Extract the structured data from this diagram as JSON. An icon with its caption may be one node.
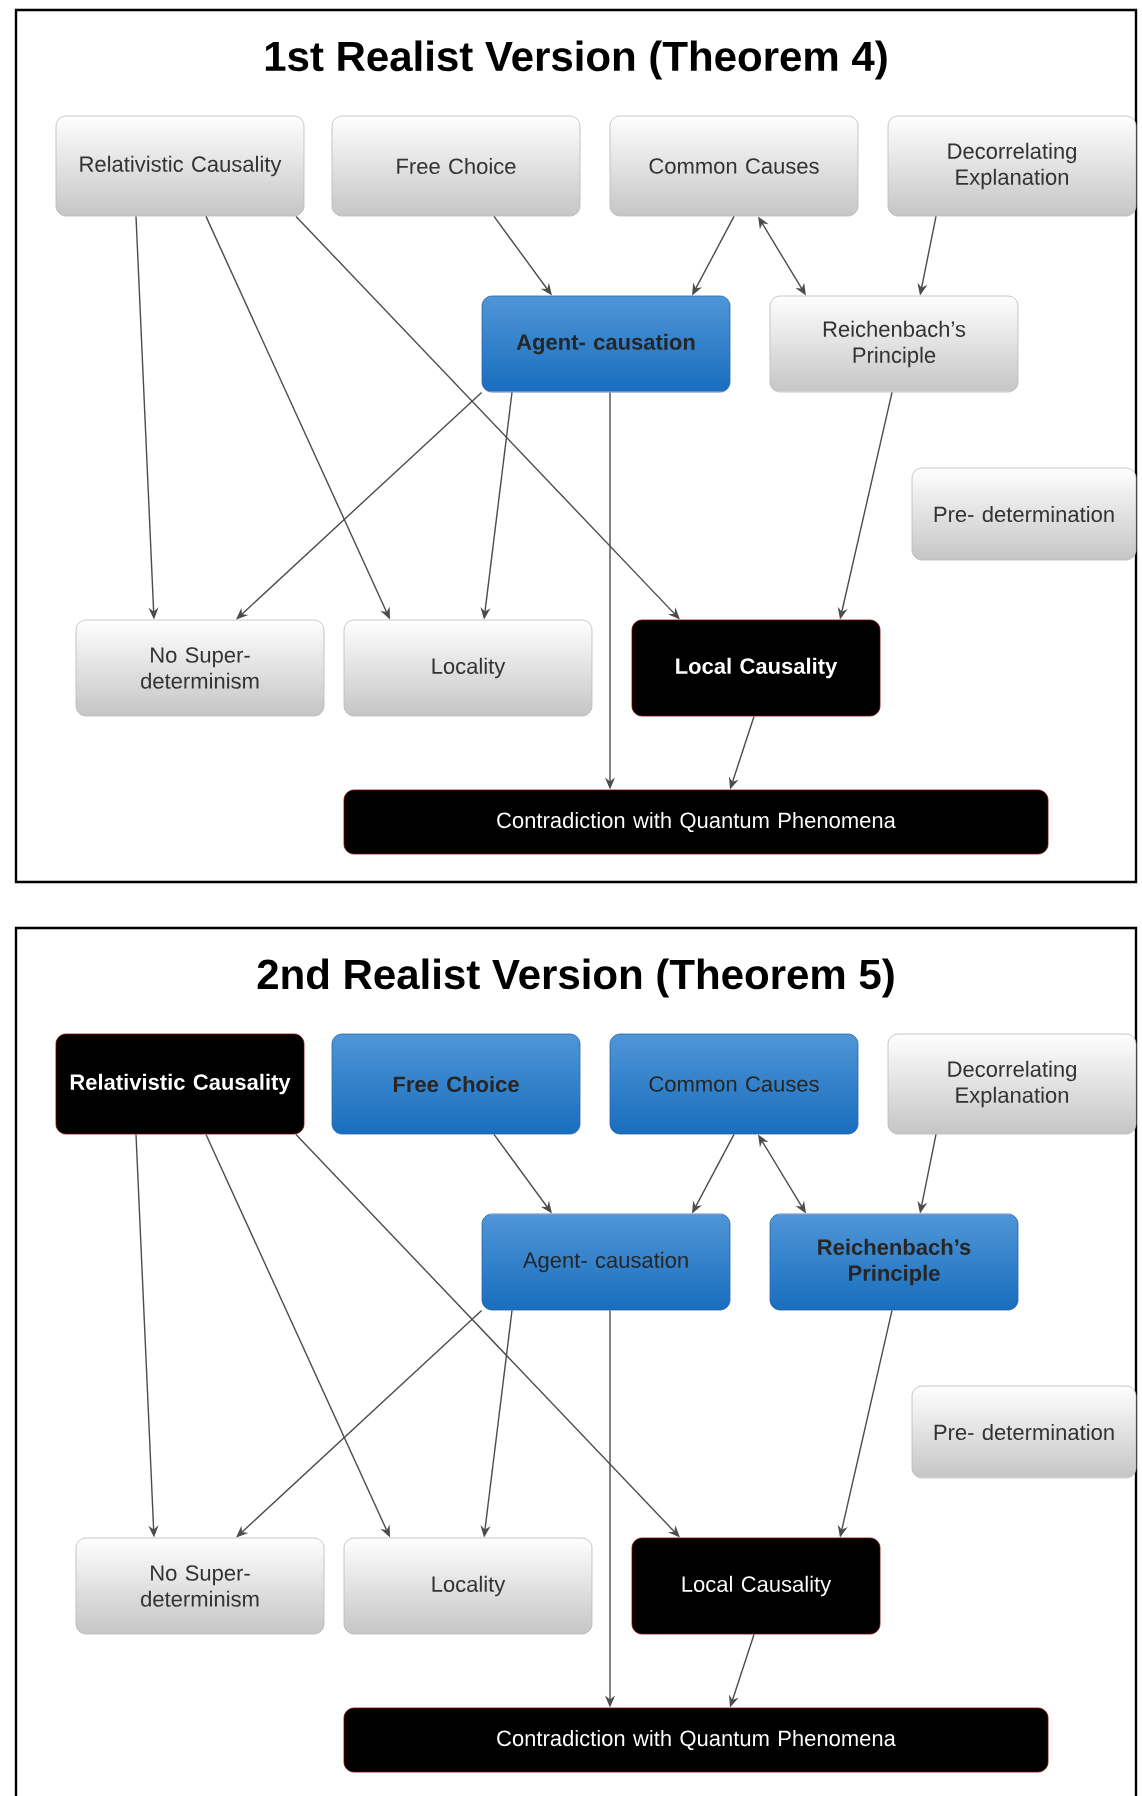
{
  "diagram": {
    "nodes": [
      {
        "text": [
          "1st Realist Version (Theorem 4)"
        ]
      },
      {
        "text": [
          "Relativistic Causality"
        ],
        "in": 0
      },
      {
        "text": [
          "Free Choice"
        ],
        "in": 0
      },
      {
        "text": [
          "Common Causes"
        ],
        "in": 0
      },
      {
        "text": [
          "Decorrelating Explanation"
        ],
        "in": 0
      },
      {
        "text": [
          "Agent- causation"
        ],
        "in": 0
      },
      {
        "text": [
          "Reichenbach’s Principle"
        ],
        "in": 0
      },
      {
        "text": [
          "Pre- determination"
        ],
        "in": 0
      },
      {
        "text": [
          "No Super- determinism"
        ],
        "in": 0
      },
      {
        "text": [
          "Locality"
        ],
        "in": 0
      },
      {
        "text": [
          "Local Causality"
        ],
        "in": 0
      },
      {
        "text": [
          "Contradiction with Quantum Phenomena"
        ],
        "in": 0
      },
      {
        "text": [
          "2nd Realist Version (Theorem 5)"
        ]
      },
      {
        "text": [
          "Relativistic Causality"
        ],
        "in": 12
      },
      {
        "text": [
          "Free Choice"
        ],
        "in": 12
      },
      {
        "text": [
          "Common Causes"
        ],
        "in": 12
      },
      {
        "text": [
          "Decorrelating Explanation"
        ],
        "in": 12
      },
      {
        "text": [
          "Agent- causation"
        ],
        "in": 12
      },
      {
        "text": [
          "Reichenbach’s Principle"
        ],
        "in": 12
      },
      {
        "text": [
          "Pre- determination"
        ],
        "in": 12
      },
      {
        "text": [
          "No Super- determinism"
        ],
        "in": 12
      },
      {
        "text": [
          "Locality"
        ],
        "in": 12
      },
      {
        "text": [
          "Local Causality"
        ],
        "in": 12
      },
      {
        "text": [
          "Contradiction with Quantum Phenomena"
        ],
        "in": 12
      }
    ],
    "edges": [
      {
        "from": 1,
        "to": 8,
        "arrow": "to"
      },
      {
        "from": 1,
        "to": 9,
        "arrow": "to"
      },
      {
        "from": 1,
        "to": 10,
        "arrow": "to"
      },
      {
        "from": 2,
        "to": 5,
        "arrow": "to"
      },
      {
        "from": 3,
        "to": 5,
        "arrow": "to"
      },
      {
        "from": 3,
        "to": 6,
        "arrow": "both"
      },
      {
        "from": 4,
        "to": 6,
        "arrow": "to"
      },
      {
        "from": 5,
        "to": 8,
        "arrow": "to"
      },
      {
        "from": 5,
        "to": 9,
        "arrow": "to"
      },
      {
        "from": 5,
        "to": 11,
        "arrow": "to"
      },
      {
        "from": 6,
        "to": 10,
        "arrow": "to"
      },
      {
        "from": 10,
        "to": 11,
        "arrow": "to"
      },
      {
        "from": 13,
        "to": 20,
        "arrow": "to"
      },
      {
        "from": 13,
        "to": 21,
        "arrow": "to"
      },
      {
        "from": 13,
        "to": 22,
        "arrow": "to"
      },
      {
        "from": 14,
        "to": 17,
        "arrow": "to"
      },
      {
        "from": 15,
        "to": 17,
        "arrow": "to"
      },
      {
        "from": 15,
        "to": 18,
        "arrow": "both"
      },
      {
        "from": 16,
        "to": 18,
        "arrow": "to"
      },
      {
        "from": 17,
        "to": 20,
        "arrow": "to"
      },
      {
        "from": 17,
        "to": 21,
        "arrow": "to"
      },
      {
        "from": 17,
        "to": 23,
        "arrow": "to"
      },
      {
        "from": 18,
        "to": 22,
        "arrow": "to"
      },
      {
        "from": 22,
        "to": 23,
        "arrow": "to"
      }
    ]
  }
}
